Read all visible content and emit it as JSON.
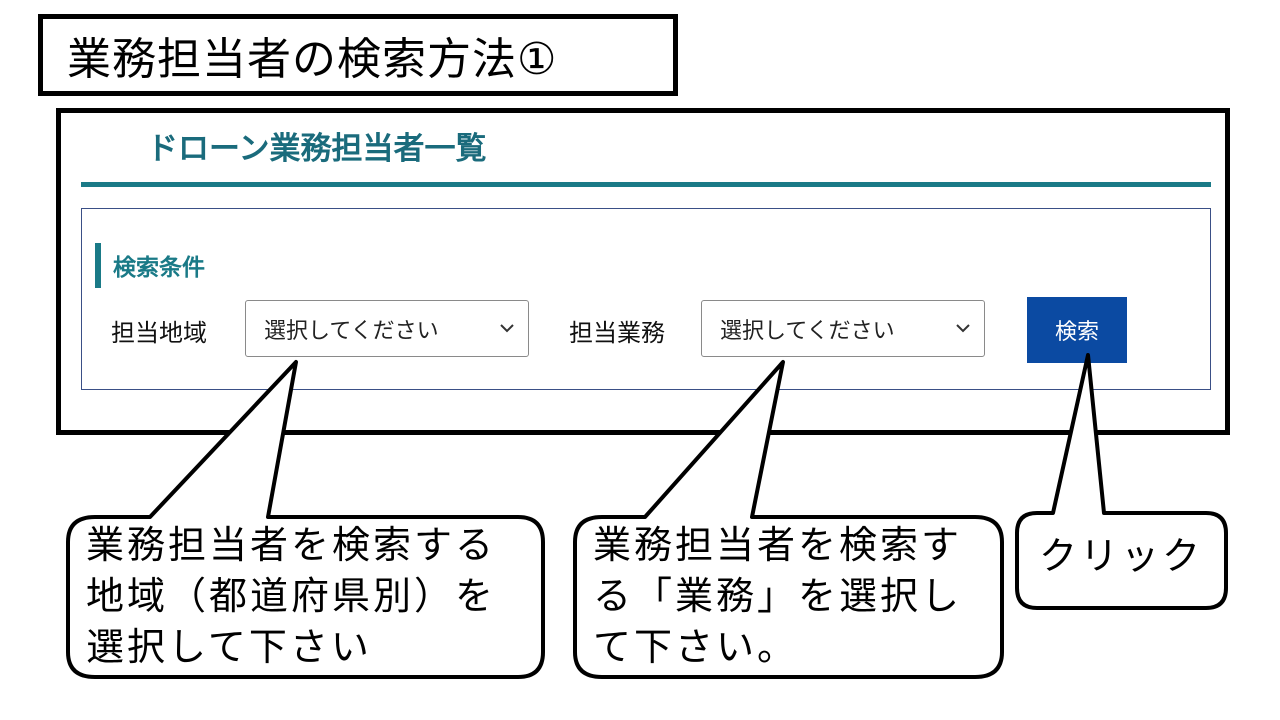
{
  "slide": {
    "title": "業務担当者の検索方法①"
  },
  "page": {
    "heading": "ドローン業務担当者一覧",
    "search_panel": {
      "heading": "検索条件",
      "region_label": "担当地域",
      "region_select_value": "選択してください",
      "business_label": "担当業務",
      "business_select_value": "選択してください",
      "search_button_label": "検索"
    }
  },
  "callouts": {
    "region": "業務担当者を検索する\n地域（都道府県別）を\n選択して下さい",
    "business": "業務担当者を検索す\nる「業務」を選択し\nて下さい。",
    "button": "クリック"
  },
  "colors": {
    "heading": "#1a6b7c",
    "accent": "#1a7a87",
    "button": "#0b4aa2",
    "panel_border": "#3a4f86"
  },
  "icons": {
    "select_chevron": "chevron-down-icon"
  }
}
